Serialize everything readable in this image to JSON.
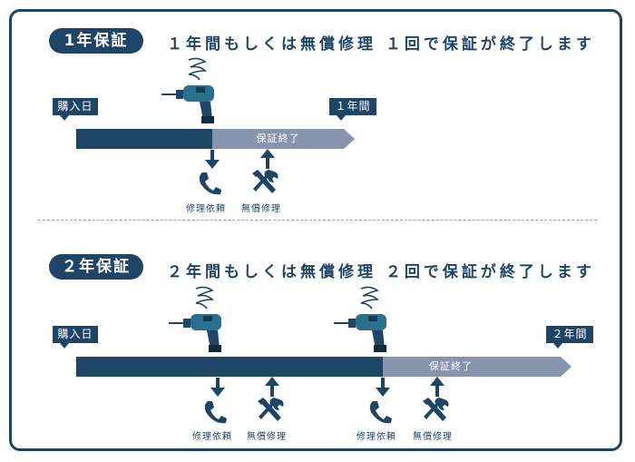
{
  "section1": {
    "badge": "1年保証",
    "headline": "１年間もしくは無償修理 １回で保証が終了します",
    "start_tag": "購入日",
    "end_tag": "１年間",
    "expired_label": "保証終了",
    "repair_request": "修理依頼",
    "free_repair": "無償修理"
  },
  "section2": {
    "badge": "２年保証",
    "headline": "２年間もしくは無償修理 ２回で保証が終了します",
    "start_tag": "購入日",
    "end_tag": "２年間",
    "expired_label": "保証終了",
    "repair_request_1": "修理依頼",
    "free_repair_1": "無償修理",
    "repair_request_2": "修理依頼",
    "free_repair_2": "無償修理"
  },
  "icons": [
    "drill-icon",
    "phone-icon",
    "tools-icon",
    "arrow-down-icon",
    "arrow-up-icon"
  ],
  "colors": {
    "navy": "#1f4566",
    "grey_bar": "#8694ad",
    "frame": "#1c4466"
  }
}
